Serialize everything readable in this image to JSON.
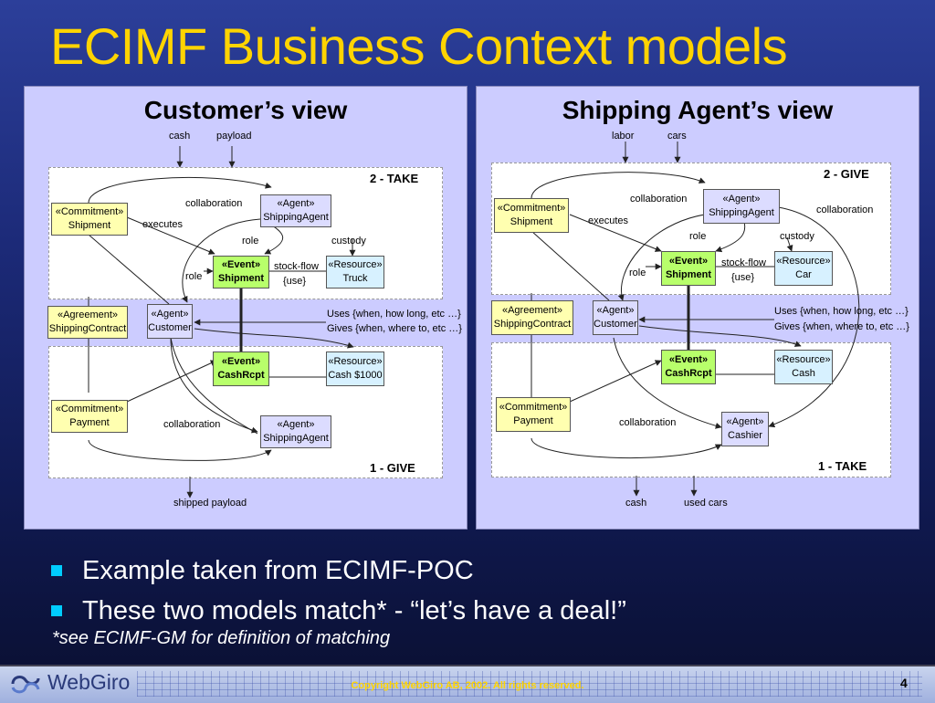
{
  "slide": {
    "title": "ECIMF Business Context models",
    "bullets": [
      "Example taken from ECIMF-POC",
      "These two models match* - “let’s have a deal!”"
    ],
    "note": "*see ECIMF-GM for definition of matching",
    "footer": {
      "logo": "WebGiro",
      "copyright": "Copyright WebGiro AB, 2002. All rights reserved.",
      "page": "4"
    }
  },
  "customer_view": {
    "title": "Customer’s view",
    "inputs": [
      "cash",
      "payload"
    ],
    "output": "shipped payload",
    "top_region_label": "2 - TAKE",
    "bottom_region_label": "1 - GIVE",
    "boxes": {
      "commitment_shipment": [
        "«Commitment»",
        "Shipment"
      ],
      "agent_shipping_top": [
        "«Agent»",
        "ShippingAgent"
      ],
      "event_shipment": [
        "«Event»",
        "Shipment"
      ],
      "resource_truck": [
        "«Resource»",
        "Truck"
      ],
      "agreement": [
        "«Agreement»",
        "ShippingContract"
      ],
      "agent_customer": [
        "«Agent»",
        "Customer"
      ],
      "event_cashrcpt": [
        "«Event»",
        "CashRcpt"
      ],
      "resource_cash": [
        "«Resource»",
        "Cash $1000"
      ],
      "commitment_payment": [
        "«Commitment»",
        "Payment"
      ],
      "agent_shipping_bottom": [
        "«Agent»",
        "ShippingAgent"
      ]
    },
    "labels": {
      "collaboration_top": "collaboration",
      "executes": "executes",
      "role_top": "role",
      "custody": "custody",
      "stock_flow": "stock-flow",
      "use": "{use}",
      "role_left": "role",
      "uses": "Uses {when, how long, etc …}",
      "gives": "Gives {when, where to, etc …}",
      "collaboration_bottom": "collaboration"
    }
  },
  "shipping_agent_view": {
    "title": "Shipping Agent’s view",
    "inputs": [
      "labor",
      "cars"
    ],
    "outputs": [
      "cash",
      "used cars"
    ],
    "top_region_label": "2 - GIVE",
    "bottom_region_label": "1 - TAKE",
    "boxes": {
      "commitment_shipment": [
        "«Commitment»",
        "Shipment"
      ],
      "agent_shipping": [
        "«Agent»",
        "ShippingAgent"
      ],
      "event_shipment": [
        "«Event»",
        "Shipment"
      ],
      "resource_car": [
        "«Resource»",
        "Car"
      ],
      "agreement": [
        "«Agreement»",
        "ShippingContract"
      ],
      "agent_customer": [
        "«Agent»",
        "Customer"
      ],
      "event_cashrcpt": [
        "«Event»",
        "CashRcpt"
      ],
      "resource_cash": [
        "«Resource»",
        "Cash"
      ],
      "commitment_payment": [
        "«Commitment»",
        "Payment"
      ],
      "agent_cashier": [
        "«Agent»",
        "Cashier"
      ]
    },
    "labels": {
      "collaboration_top": "collaboration",
      "collaboration_right": "collaboration",
      "executes": "executes",
      "role_top": "role",
      "custody": "custody",
      "stock_flow": "stock-flow",
      "use": "{use}",
      "role_left": "role",
      "uses": "Uses {when, how long, etc …}",
      "gives": "Gives {when, where to, etc …}",
      "collaboration_bottom": "collaboration"
    }
  }
}
